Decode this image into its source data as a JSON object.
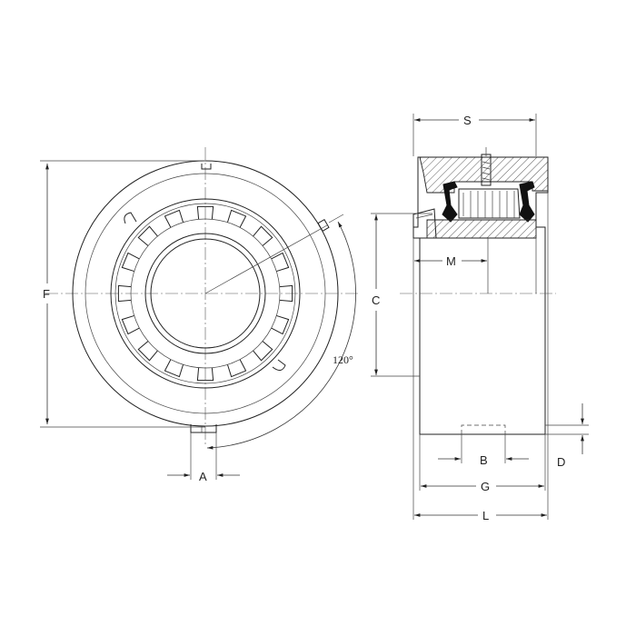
{
  "labels": {
    "S": "S",
    "F": "F",
    "C": "C",
    "M": "M",
    "A": "A",
    "B": "B",
    "D": "D",
    "G": "G",
    "L": "L",
    "angle": "120°"
  },
  "colors": {
    "line": "#222222",
    "background": "#ffffff"
  }
}
